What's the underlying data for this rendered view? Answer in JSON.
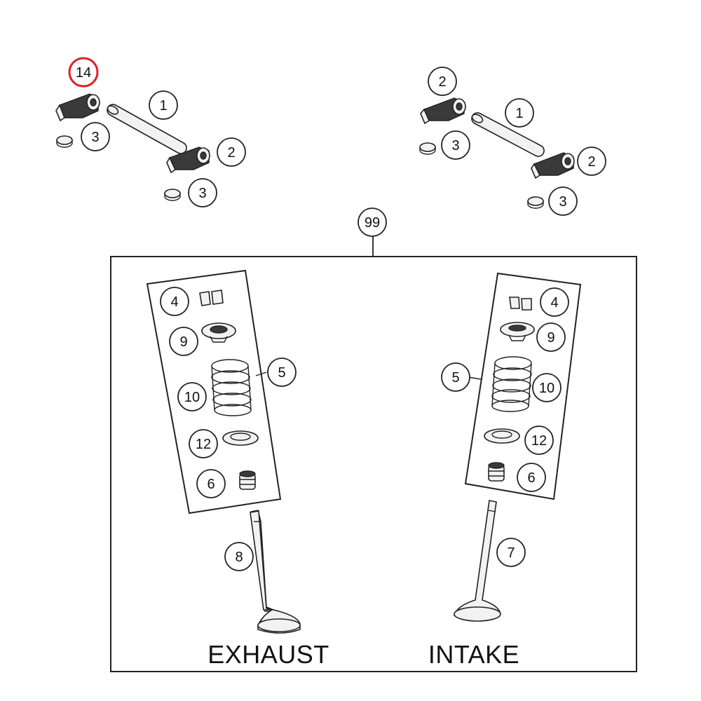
{
  "callouts": {
    "c14": "14",
    "left_rocker_1": "1",
    "left_rocker_3a": "3",
    "left_rocker_2": "2",
    "left_rocker_3b": "3",
    "right_rocker_2a": "2",
    "right_rocker_1": "1",
    "right_rocker_3a": "3",
    "right_rocker_2b": "2",
    "right_rocker_3b": "3",
    "c99": "99",
    "ex_4": "4",
    "ex_9": "9",
    "ex_5": "5",
    "ex_10": "10",
    "ex_12": "12",
    "ex_6": "6",
    "ex_8": "8",
    "in_4": "4",
    "in_9": "9",
    "in_5": "5",
    "in_10": "10",
    "in_12": "12",
    "in_6": "6",
    "in_7": "7"
  },
  "labels": {
    "exhaust": "EXHAUST",
    "intake": "INTAKE"
  },
  "colors": {
    "highlight": "#e02020",
    "ink": "#222222"
  }
}
